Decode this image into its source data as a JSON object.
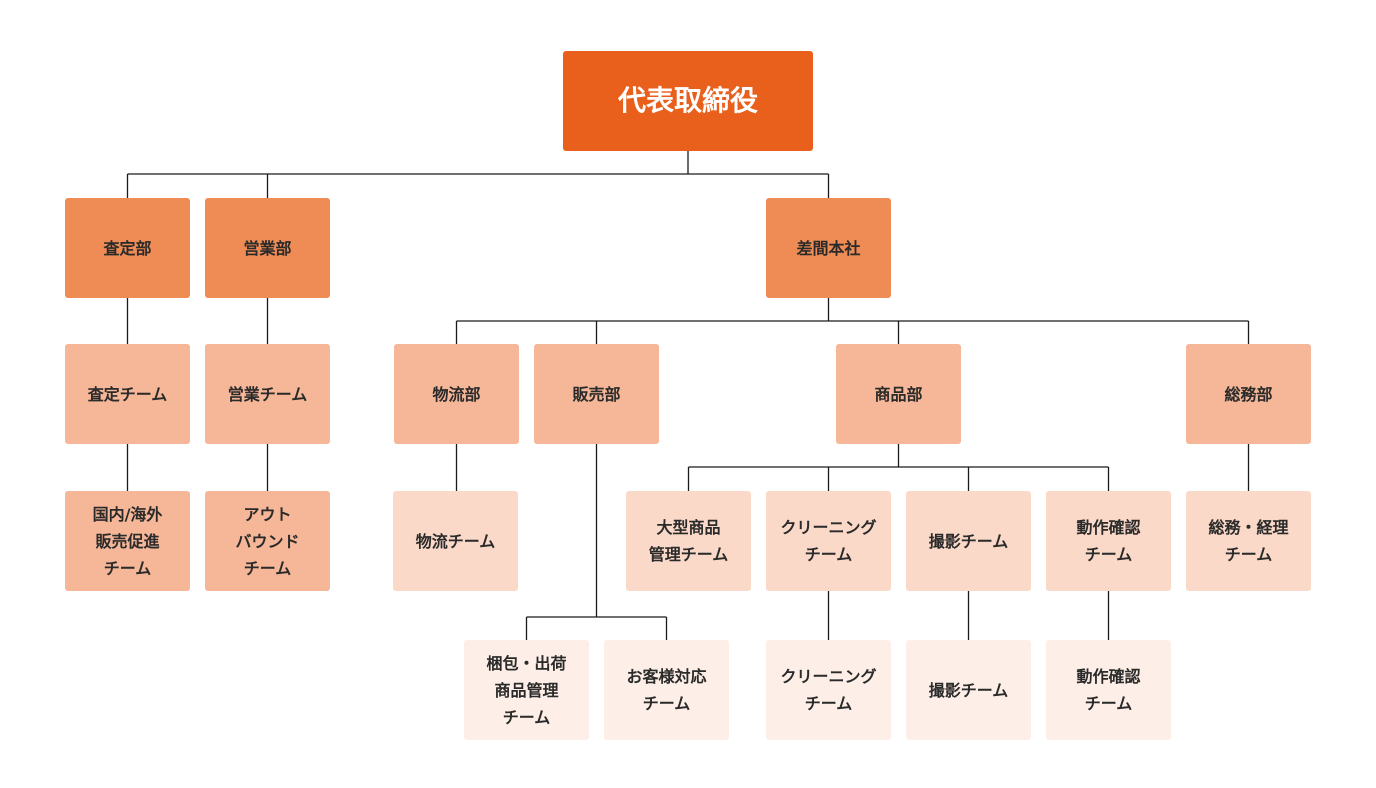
{
  "org_chart": {
    "levels": {
      "l0": "#e8601c",
      "l1": "#ef8c55",
      "l2": "#f5b797",
      "l3": "#fad9c8",
      "l4": "#fdefe7"
    },
    "line_color": "#1a1a1a",
    "nodes": [
      {
        "id": "ceo",
        "label": "代表取締役",
        "level": "l0"
      },
      {
        "id": "satei",
        "label": "査定部",
        "level": "l1"
      },
      {
        "id": "eigyo",
        "label": "営業部",
        "level": "l1"
      },
      {
        "id": "honsha",
        "label": "差間本社",
        "level": "l1"
      },
      {
        "id": "satei_team",
        "label": "査定チーム",
        "level": "l2"
      },
      {
        "id": "eigyo_team",
        "label": "営業チーム",
        "level": "l2"
      },
      {
        "id": "butsuryu",
        "label": "物流部",
        "level": "l2"
      },
      {
        "id": "hanbai",
        "label": "販売部",
        "level": "l2"
      },
      {
        "id": "shohin",
        "label": "商品部",
        "level": "l2"
      },
      {
        "id": "somu",
        "label": "総務部",
        "level": "l2"
      },
      {
        "id": "kokunai",
        "label": "国内/海外\n販売促進\nチーム",
        "level": "l2"
      },
      {
        "id": "outbound",
        "label": "アウト\nバウンド\nチーム",
        "level": "l2"
      },
      {
        "id": "butsuryu_team",
        "label": "物流チーム",
        "level": "l3"
      },
      {
        "id": "ogata",
        "label": "大型商品\n管理チーム",
        "level": "l3"
      },
      {
        "id": "cleaning",
        "label": "クリーニング\nチーム",
        "level": "l3"
      },
      {
        "id": "satsuei",
        "label": "撮影チーム",
        "level": "l3"
      },
      {
        "id": "dosa",
        "label": "動作確認\nチーム",
        "level": "l3"
      },
      {
        "id": "somu_team",
        "label": "総務・経理\nチーム",
        "level": "l3"
      },
      {
        "id": "konpo",
        "label": "梱包・出荷\n商品管理\nチーム",
        "level": "l4"
      },
      {
        "id": "okyaku",
        "label": "お客様対応\nチーム",
        "level": "l4"
      },
      {
        "id": "cleaning2",
        "label": "クリーニング\nチーム",
        "level": "l4"
      },
      {
        "id": "satsuei2",
        "label": "撮影チーム",
        "level": "l4"
      },
      {
        "id": "dosa2",
        "label": "動作確認\nチーム",
        "level": "l4"
      }
    ],
    "edges": [
      {
        "from": "ceo",
        "to": [
          "satei",
          "eigyo",
          "honsha"
        ]
      },
      {
        "from": "satei",
        "to": [
          "satei_team"
        ]
      },
      {
        "from": "eigyo",
        "to": [
          "eigyo_team"
        ]
      },
      {
        "from": "honsha",
        "to": [
          "butsuryu",
          "hanbai",
          "shohin",
          "somu"
        ]
      },
      {
        "from": "satei_team",
        "to": [
          "kokunai"
        ]
      },
      {
        "from": "eigyo_team",
        "to": [
          "outbound"
        ]
      },
      {
        "from": "butsuryu",
        "to": [
          "butsuryu_team"
        ]
      },
      {
        "from": "hanbai",
        "to": [
          "konpo",
          "okyaku"
        ]
      },
      {
        "from": "shohin",
        "to": [
          "ogata",
          "cleaning",
          "satsuei",
          "dosa"
        ]
      },
      {
        "from": "somu",
        "to": [
          "somu_team"
        ]
      },
      {
        "from": "cleaning",
        "to": [
          "cleaning2"
        ]
      },
      {
        "from": "satsuei",
        "to": [
          "satsuei2"
        ]
      },
      {
        "from": "dosa",
        "to": [
          "dosa2"
        ]
      }
    ]
  }
}
